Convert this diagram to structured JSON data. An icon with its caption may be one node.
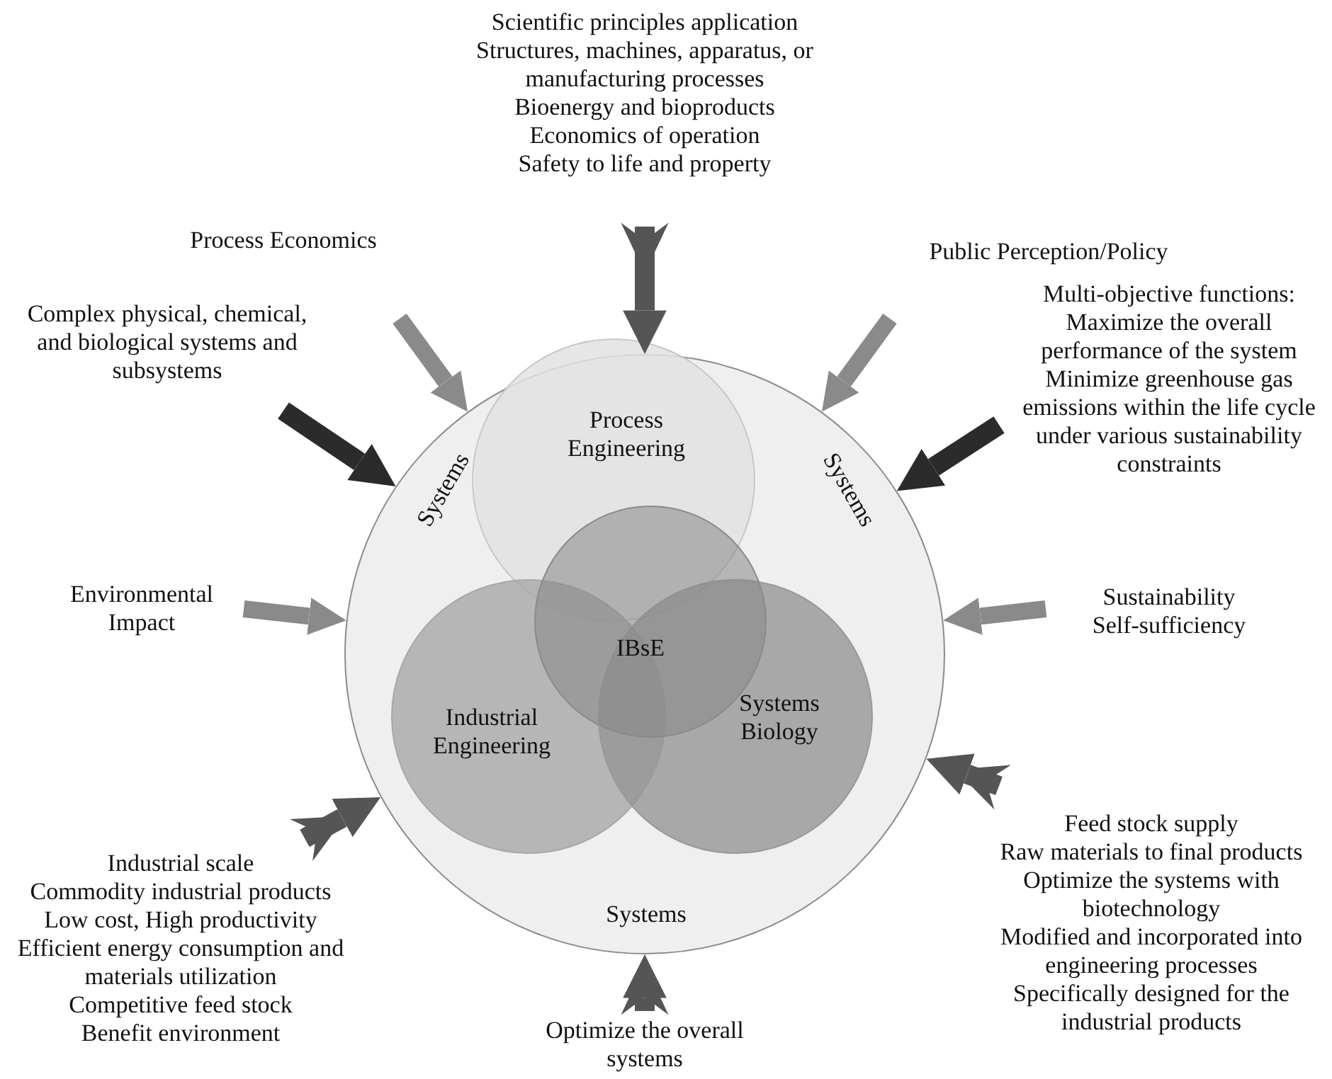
{
  "diagram": {
    "nodes": [
      {
        "text": [
          "Systems",
          "Systems",
          "Systems"
        ]
      },
      {
        "text": [
          "Process Engineering"
        ],
        "in": 0
      },
      {
        "text": [
          "Industrial Engineering"
        ],
        "in": 0
      },
      {
        "text": [
          "Systems Biology"
        ],
        "in": 0
      },
      {
        "text": [
          "IBsE"
        ],
        "in": 0
      },
      {
        "text": [
          "Scientific principles application",
          "Structures, machines, apparatus, or manufacturing processes",
          "Bioenergy and bioproducts",
          "Economics of operation",
          "Safety to life and property"
        ]
      },
      {
        "text": [
          "Process Economics"
        ]
      },
      {
        "text": [
          "Public Perception/Policy"
        ]
      },
      {
        "text": [
          "Complex physical, chemical, and biological systems and subsystems"
        ]
      },
      {
        "text": [
          "Multi-objective functions:",
          "Maximize the overall performance of the system",
          "Minimize greenhouse gas emissions within the life cycle under various sustainability constraints"
        ]
      },
      {
        "text": [
          "Environmental Impact"
        ]
      },
      {
        "text": [
          "Sustainability",
          "Self-sufficiency"
        ]
      },
      {
        "text": [
          "Industrial scale",
          "Commodity industrial products",
          "Low cost, High productivity",
          "Efficient energy consumption and materials utilization",
          "Competitive feed stock",
          "Benefit environment"
        ]
      },
      {
        "text": [
          "Feed stock supply",
          "Raw materials to final products",
          "Optimize the systems with biotechnology",
          "Modified and incorporated into engineering processes",
          "Specifically designed for the industrial products"
        ]
      },
      {
        "text": [
          "Optimize the overall systems"
        ]
      }
    ],
    "edges": [
      {
        "from": 5,
        "to": 0,
        "arrow": "to",
        "color": "#555555"
      },
      {
        "from": 6,
        "to": 0,
        "arrow": "to",
        "color": "#8a8a8a"
      },
      {
        "from": 7,
        "to": 0,
        "arrow": "to",
        "color": "#8a8a8a"
      },
      {
        "from": 8,
        "to": 0,
        "arrow": "to",
        "color": "#2b2b2b"
      },
      {
        "from": 9,
        "to": 0,
        "arrow": "to",
        "color": "#2b2b2b"
      },
      {
        "from": 10,
        "to": 0,
        "arrow": "to",
        "color": "#8a8a8a"
      },
      {
        "from": 11,
        "to": 0,
        "arrow": "to",
        "color": "#8a8a8a"
      },
      {
        "from": 12,
        "to": 0,
        "arrow": "to",
        "color": "#555555"
      },
      {
        "from": 13,
        "to": 0,
        "arrow": "to",
        "color": "#555555"
      },
      {
        "from": 14,
        "to": 0,
        "arrow": "to",
        "color": "#555555"
      }
    ]
  }
}
